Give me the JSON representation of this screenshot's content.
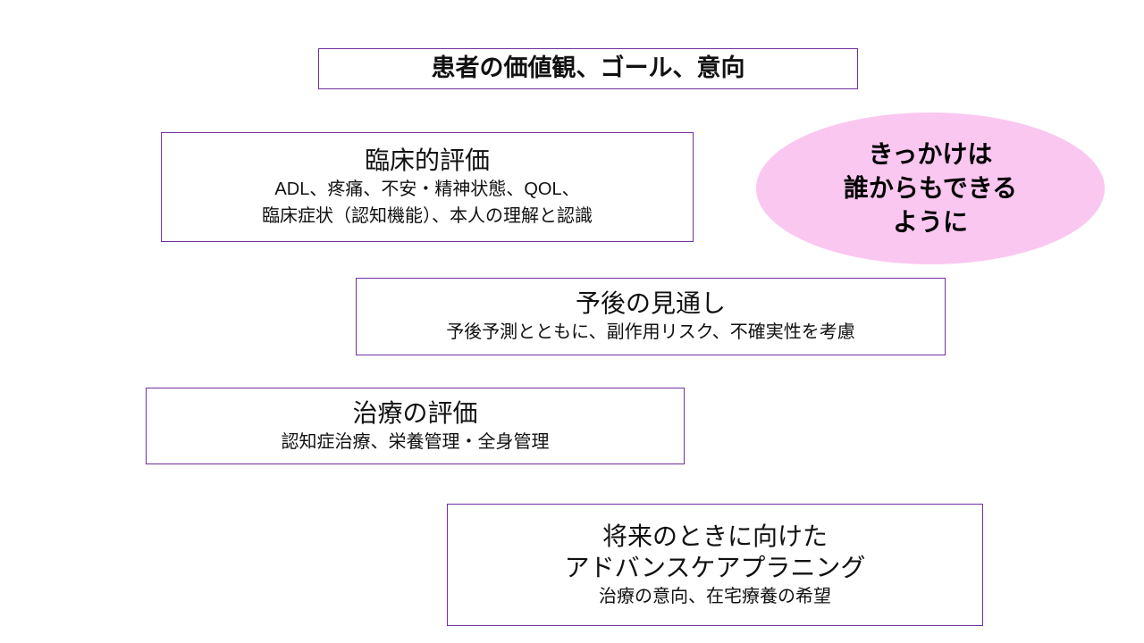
{
  "colors": {
    "border": "#7030A0",
    "ellipse_fill": "#fac7f1",
    "text": "#000000",
    "background": "#ffffff"
  },
  "patient_values_box": {
    "title": "患者の価値観、ゴール、意向"
  },
  "clinical_box": {
    "title": "臨床的評価",
    "line1": "ADL、疼痛、不安・精神状態、QOL、",
    "line2": "臨床症状（認知機能）、本人の理解と認識"
  },
  "trigger_ellipse": {
    "line1": "きっかけは",
    "line2": "誰からもできる",
    "line3": "ように"
  },
  "prognosis_box": {
    "title": "予後の見通し",
    "line1": "予後予測とともに、副作用リスク、不確実性を考慮"
  },
  "treatment_box": {
    "title": "治療の評価",
    "line1": "認知症治療、栄養管理・全身管理"
  },
  "acp_box": {
    "title1": "将来のときに向けた",
    "title2": "アドバンスケアプラニング",
    "line1": "治療の意向、在宅療養の希望"
  }
}
